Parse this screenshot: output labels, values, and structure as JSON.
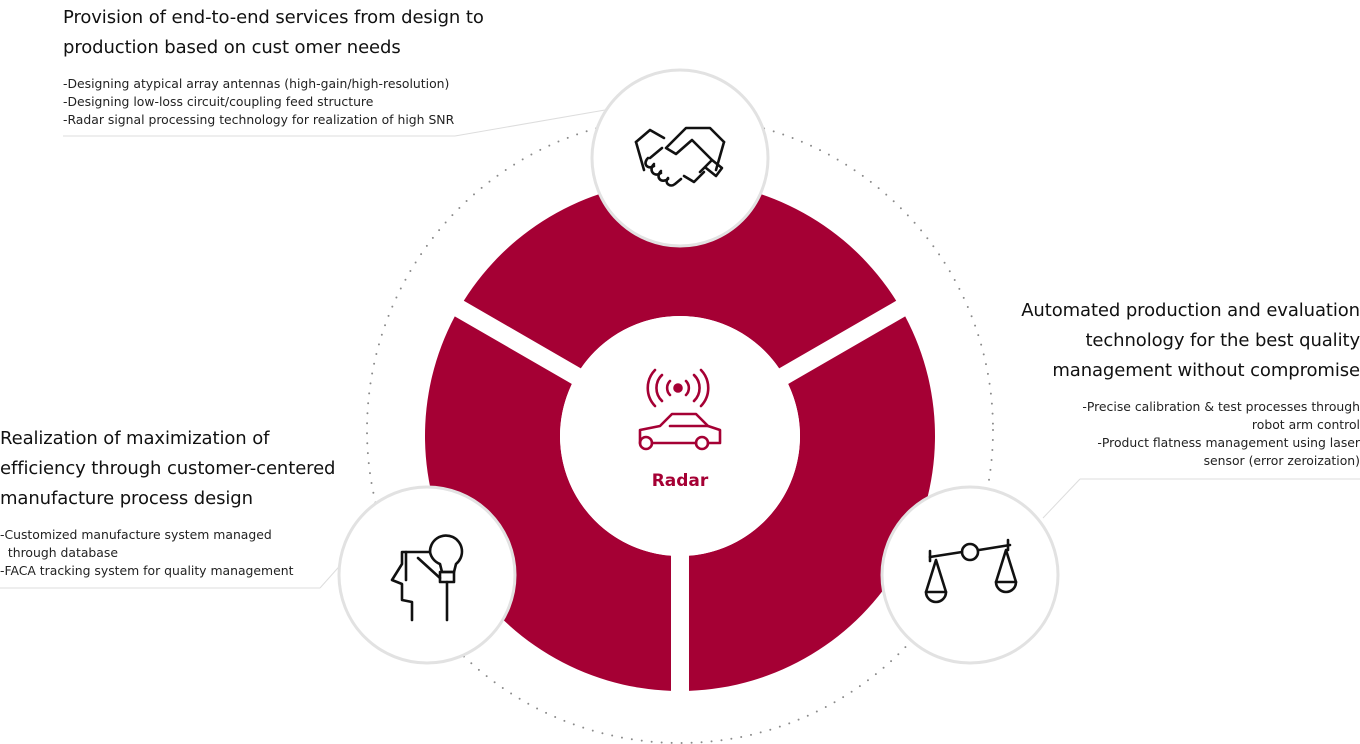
{
  "center": {
    "label": "Radar"
  },
  "colors": {
    "ring": "#a50034",
    "circle_border": "#e0e0e0",
    "icon_stroke": "#111111",
    "radar_icon": "#a50034",
    "dots": "#8a8a8a"
  },
  "icons": {
    "top": "handshake-icon",
    "right": "balance-scale-icon",
    "left": "head-lightbulb-icon",
    "center": "radar-car-icon"
  },
  "sections": {
    "top": {
      "title_lines": [
        "Provision of end-to-end services from design to",
        "production based on cust omer needs"
      ],
      "items": [
        "-Designing atypical array antennas (high-gain/high-resolution)",
        "-Designing low-loss circuit/coupling feed structure",
        "-Radar signal processing technology for realization of high SNR"
      ]
    },
    "right": {
      "title_lines": [
        "Automated production and evaluation",
        "technology for the best quality",
        "management without compromise"
      ],
      "items": [
        "-Precise calibration & test processes through",
        "robot arm control",
        "-Product flatness management using laser",
        "sensor (error zeroization)"
      ]
    },
    "left": {
      "title_lines": [
        "Realization of maximization of",
        "efficiency through customer-centered",
        "manufacture process design"
      ],
      "items": [
        "-Customized manufacture system managed",
        "  through database",
        "-FACA tracking system for quality management"
      ]
    }
  }
}
